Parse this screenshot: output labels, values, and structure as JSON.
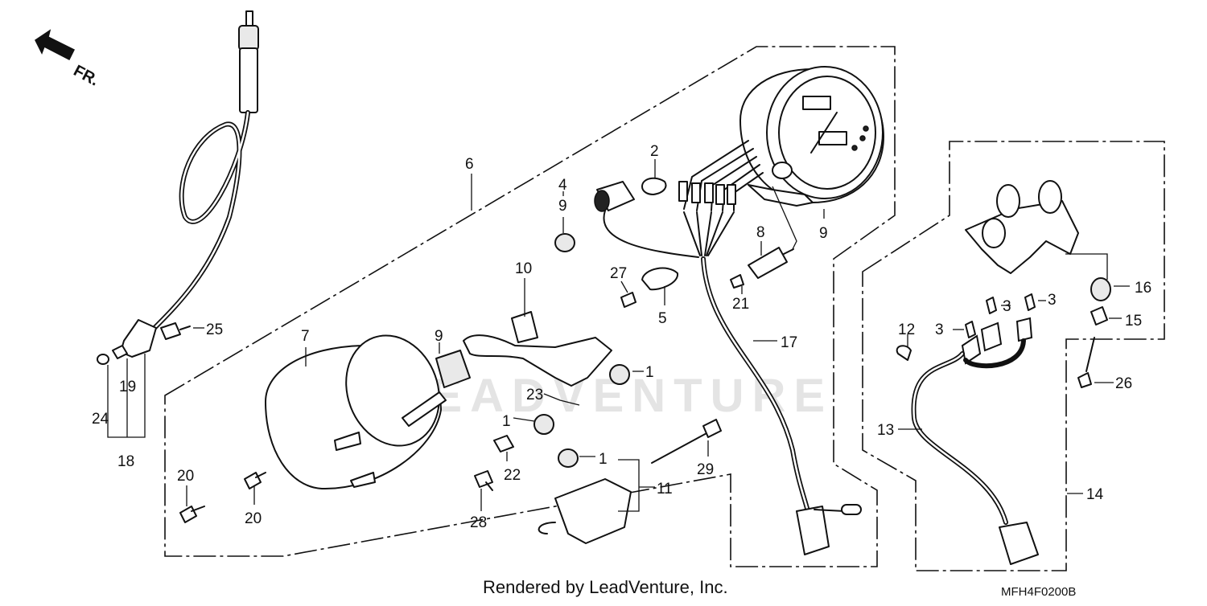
{
  "diagram": {
    "front_indicator": "FR.",
    "watermark": "LEADVENTURE",
    "footer_credit": "Rendered by LeadVenture, Inc.",
    "diagram_code": "MFH4F0200B",
    "callouts": {
      "c1a": "1",
      "c1b": "1",
      "c1c": "1",
      "c2": "2",
      "c3a": "3",
      "c3b": "3",
      "c3c": "3",
      "c4": "4",
      "c5": "5",
      "c6": "6",
      "c7": "7",
      "c8": "8",
      "c9a": "9",
      "c9b": "9",
      "c9c": "9",
      "c10": "10",
      "c11": "11",
      "c12": "12",
      "c13": "13",
      "c14": "14",
      "c15": "15",
      "c16": "16",
      "c17": "17",
      "c18": "18",
      "c19": "19",
      "c20a": "20",
      "c20b": "20",
      "c21": "21",
      "c22": "22",
      "c23": "23",
      "c24": "24",
      "c25": "25",
      "c26": "26",
      "c27": "27",
      "c28": "28",
      "c29": "29"
    }
  }
}
